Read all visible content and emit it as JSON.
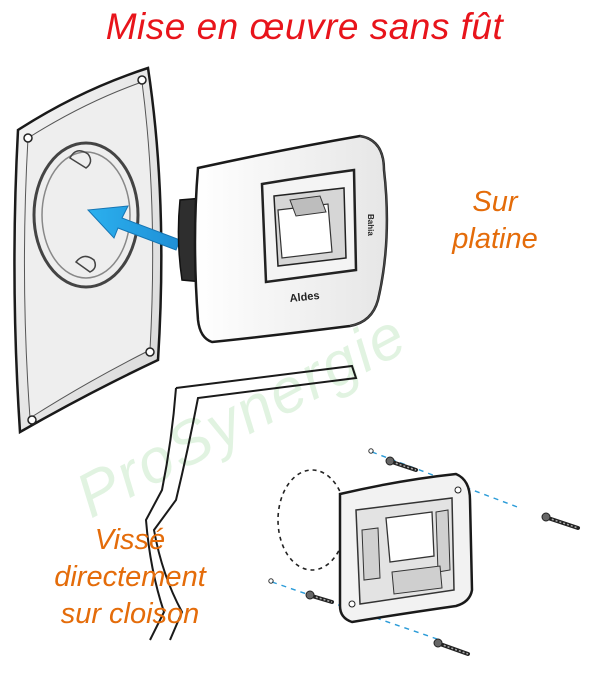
{
  "title": "Mise en œuvre  sans fût",
  "labels": {
    "sur_platine": [
      "Sur",
      "platine"
    ],
    "visse_directement": [
      "Vissé",
      "directement",
      "sur cloison"
    ]
  },
  "device": {
    "brand_front": "Aldes",
    "brand_side": "Bahia"
  },
  "watermark": "ProSynergie",
  "colors": {
    "title": "#e8141b",
    "labels": "#e46c0a",
    "arrow": "#1f8fd6",
    "screw_guides": "#2a9bd8",
    "watermark": "#8fd48f",
    "outline": "#1a1a1a"
  },
  "icons": [
    "arrow-icon",
    "screw-icon",
    "dashed-guide-line"
  ]
}
